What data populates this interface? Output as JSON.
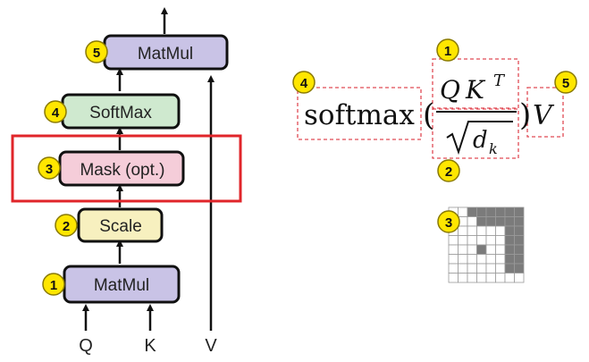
{
  "flow": {
    "nodes": [
      {
        "id": "matmul-top",
        "label": "MatMul",
        "badge": "5",
        "fill": "#c9c3e6"
      },
      {
        "id": "softmax",
        "label": "SoftMax",
        "badge": "4",
        "fill": "#cfe9cf"
      },
      {
        "id": "mask",
        "label": "Mask (opt.)",
        "badge": "3",
        "fill": "#f5cdd9"
      },
      {
        "id": "scale",
        "label": "Scale",
        "badge": "2",
        "fill": "#f7f0bf"
      },
      {
        "id": "matmul-bottom",
        "label": "MatMul",
        "badge": "1",
        "fill": "#c9c3e6"
      }
    ],
    "inputs": {
      "q": "Q",
      "k": "K",
      "v": "V"
    },
    "highlight_color": "#e0252a"
  },
  "formula": {
    "softmax": "softmax",
    "numerator_q": "Q",
    "numerator_k": "K",
    "numerator_t": "T",
    "denominator_d": "d",
    "denominator_k": "k",
    "value": "V",
    "badge_softmax": "4",
    "badge_numerator": "1",
    "badge_denominator": "2",
    "badge_value": "5",
    "badge_mask": "3",
    "box_color": "#e04a55"
  },
  "mask_grid": {
    "size": 8,
    "dark_color": "#7b7b7b",
    "dark_cells": [
      [
        0,
        2
      ],
      [
        0,
        3
      ],
      [
        0,
        4
      ],
      [
        0,
        5
      ],
      [
        0,
        6
      ],
      [
        0,
        7
      ],
      [
        1,
        3
      ],
      [
        1,
        4
      ],
      [
        1,
        5
      ],
      [
        1,
        6
      ],
      [
        1,
        7
      ],
      [
        2,
        6
      ],
      [
        2,
        7
      ],
      [
        3,
        6
      ],
      [
        3,
        7
      ],
      [
        4,
        3
      ],
      [
        4,
        6
      ],
      [
        4,
        7
      ],
      [
        5,
        6
      ],
      [
        5,
        7
      ],
      [
        6,
        6
      ],
      [
        6,
        7
      ]
    ]
  },
  "badge_style": {
    "fill": "#ffe600",
    "stroke": "#8a7a00"
  }
}
